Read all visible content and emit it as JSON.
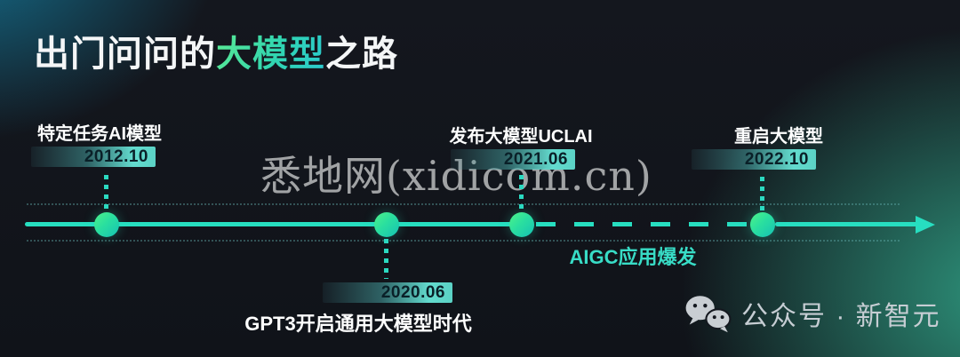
{
  "title": {
    "prefix": "出门问问的",
    "highlight": "大模型",
    "suffix": "之路"
  },
  "watermark": "悉地网(xidicom.cn)",
  "timeline": {
    "annotation": "AIGC应用爆发",
    "milestones": [
      {
        "label": "特定任务AI模型",
        "date": "2012.10",
        "position": "above"
      },
      {
        "label": "GPT3开启通用大模型时代",
        "date": "2020.06",
        "position": "below"
      },
      {
        "label": "发布大模型UCLAI",
        "date": "2021.06",
        "position": "above"
      },
      {
        "label": "重启大模型",
        "date": "2022.10",
        "position": "above"
      }
    ]
  },
  "footer": {
    "label": "公众号 · 新智元",
    "icon": "wechat-icon"
  },
  "colors": {
    "background": "#12151b",
    "accent_line": "#27dec0",
    "node_gradient_from": "#46ee8d",
    "node_gradient_to": "#17c4b2",
    "badge_teal": "#63dbce",
    "badge_text": "#0a2028",
    "title_highlight_from": "#5aea94",
    "title_highlight_to": "#2bc9cf",
    "annotation_text": "#38dcc6",
    "glow_top_left": "#157696",
    "glow_right": "#2f9b81",
    "footer_text": "#c6cdd3",
    "watermark_text": "#aeb0b1"
  }
}
